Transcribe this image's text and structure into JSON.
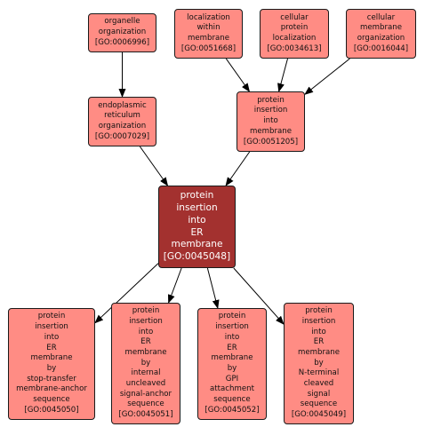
{
  "diagram": {
    "colors": {
      "node_fill": "#ff8c84",
      "focus_fill": "#a3312f",
      "edge": "#000000"
    },
    "nodes": {
      "n0006996": {
        "lines": [
          "organelle",
          "organization",
          "[GO:0006996]"
        ]
      },
      "n0051668": {
        "lines": [
          "localization",
          "within",
          "membrane",
          "[GO:0051668]"
        ]
      },
      "n0034613": {
        "lines": [
          "cellular",
          "protein",
          "localization",
          "[GO:0034613]"
        ]
      },
      "n0016044": {
        "lines": [
          "cellular",
          "membrane",
          "organization",
          "[GO:0016044]"
        ]
      },
      "n0007029": {
        "lines": [
          "endoplasmic",
          "reticulum",
          "organization",
          "[GO:0007029]"
        ]
      },
      "n0051205": {
        "lines": [
          "protein",
          "insertion",
          "into",
          "membrane",
          "[GO:0051205]"
        ]
      },
      "n0045048": {
        "lines": [
          "protein",
          "insertion",
          "into",
          "ER",
          "membrane",
          "[GO:0045048]"
        ]
      },
      "n0045050": {
        "lines": [
          "protein",
          "insertion",
          "into",
          "ER",
          "membrane",
          "by",
          "stop-transfer",
          "membrane-anchor",
          "sequence",
          "[GO:0045050]"
        ]
      },
      "n0045051": {
        "lines": [
          "protein",
          "insertion",
          "into",
          "ER",
          "membrane",
          "by",
          "internal",
          "uncleaved",
          "signal-anchor",
          "sequence",
          "[GO:0045051]"
        ]
      },
      "n0045052": {
        "lines": [
          "protein",
          "insertion",
          "into",
          "ER",
          "membrane",
          "by",
          "GPI",
          "attachment",
          "sequence",
          "[GO:0045052]"
        ]
      },
      "n0045049": {
        "lines": [
          "protein",
          "insertion",
          "into",
          "ER",
          "membrane",
          "by",
          "N-terminal",
          "cleaved",
          "signal",
          "sequence",
          "[GO:0045049]"
        ]
      }
    },
    "edges": [
      {
        "from": "n0006996",
        "to": "n0007029"
      },
      {
        "from": "n0051668",
        "to": "n0051205"
      },
      {
        "from": "n0034613",
        "to": "n0051205"
      },
      {
        "from": "n0016044",
        "to": "n0051205"
      },
      {
        "from": "n0007029",
        "to": "n0045048"
      },
      {
        "from": "n0051205",
        "to": "n0045048"
      },
      {
        "from": "n0045048",
        "to": "n0045050"
      },
      {
        "from": "n0045048",
        "to": "n0045051"
      },
      {
        "from": "n0045048",
        "to": "n0045052"
      },
      {
        "from": "n0045048",
        "to": "n0045049"
      }
    ]
  }
}
